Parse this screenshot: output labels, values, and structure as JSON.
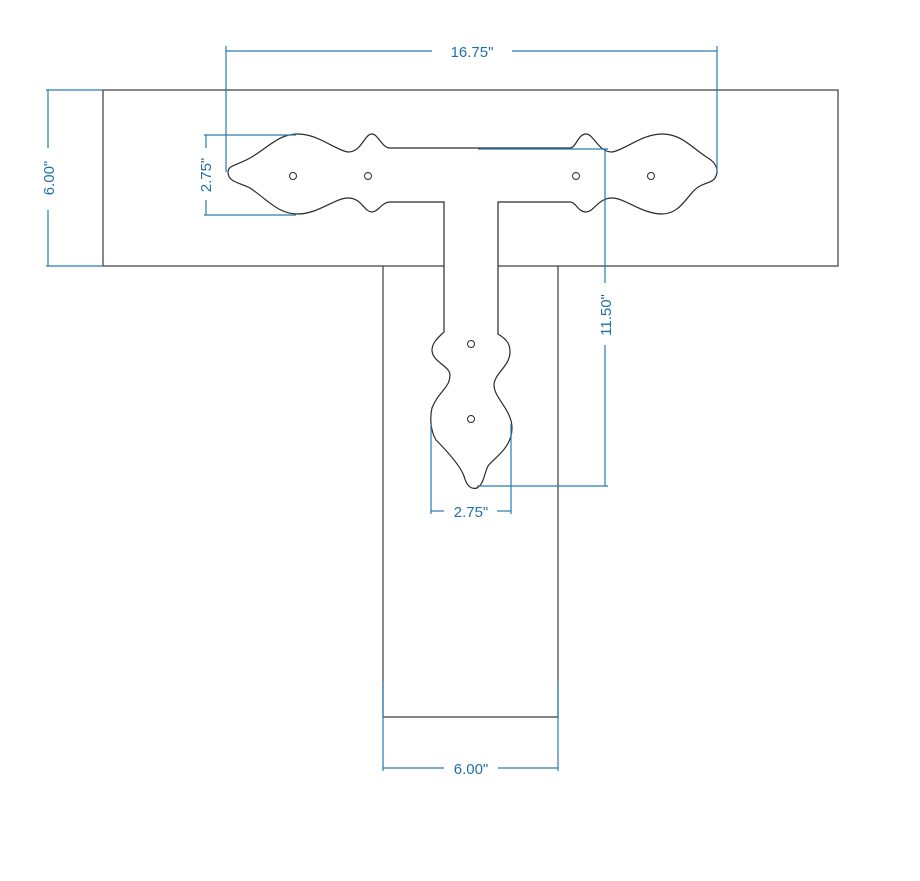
{
  "diagram": {
    "title": "T-strap hinge on T-shaped board assembly",
    "colors": {
      "outline": "#3a3a3a",
      "dimension": "#2a7ab0",
      "dimension_text": "#1f6fa8",
      "background": "#ffffff"
    },
    "dimensions": {
      "strap_overall_width": "16.75\"",
      "top_board_height": "6.00\"",
      "strap_leaf_height": "2.75\"",
      "stem_length": "11.50\"",
      "stem_leaf_width": "2.75\"",
      "vertical_board_width": "6.00\""
    },
    "components": [
      {
        "name": "Horizontal board",
        "description": "Top rectangular board"
      },
      {
        "name": "Vertical board",
        "description": "Lower rectangular board"
      },
      {
        "name": "T-strap hinge",
        "description": "Decorative T-hinge with spear-shaped ends"
      },
      {
        "name": "Screw holes",
        "count": 6
      }
    ]
  }
}
